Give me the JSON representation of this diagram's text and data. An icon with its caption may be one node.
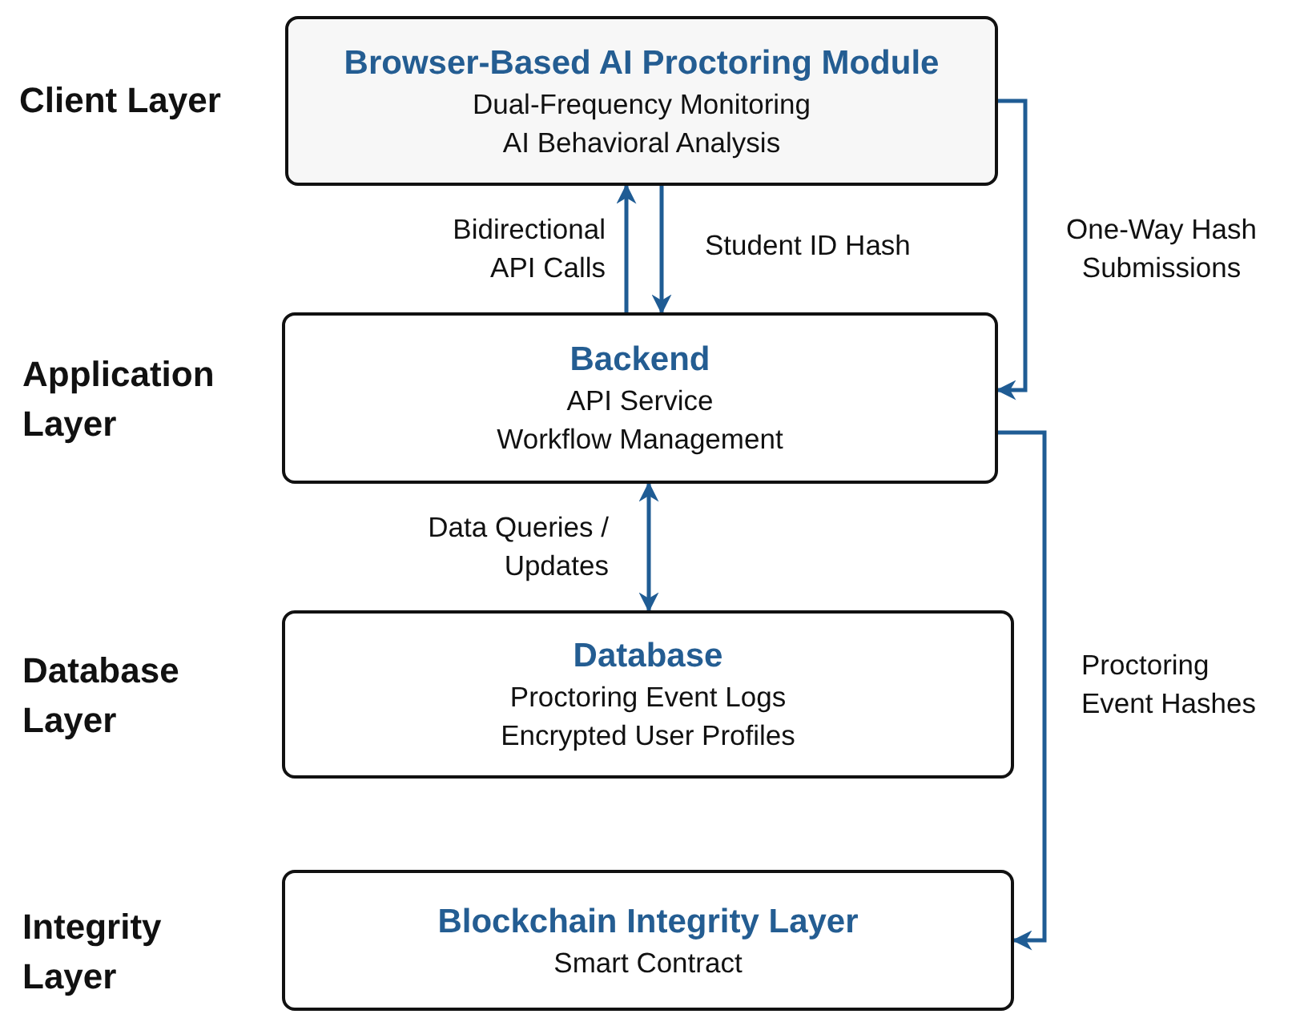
{
  "diagram": {
    "nodes": [
      {
        "text": [
          "Browser-Based AI Proctoring Module",
          "Dual-Frequency Monitoring",
          "AI Behavioral Analysis"
        ],
        "beside": [
          "Client Layer"
        ]
      },
      {
        "text": [
          "Backend",
          "API Service",
          "Workflow Management"
        ],
        "beside": [
          "Application Layer"
        ]
      },
      {
        "text": [
          "Database",
          "Proctoring Event Logs",
          "Encrypted User Profiles"
        ],
        "beside": [
          "Database Layer"
        ]
      },
      {
        "text": [
          "Blockchain Integrity Layer",
          "Smart Contract"
        ],
        "beside": [
          "Integrity Layer"
        ]
      }
    ],
    "edges": [
      {
        "from": 1,
        "to": 0,
        "arrow": "to",
        "label": "Bidirectional API Calls"
      },
      {
        "from": 0,
        "to": 1,
        "arrow": "to",
        "label": "Student ID Hash"
      },
      {
        "from": 0,
        "to": 1,
        "arrow": "to",
        "label": "One-Way Hash Submissions"
      },
      {
        "from": 1,
        "to": 2,
        "arrow": "both",
        "label": "Data Queries / Updates"
      },
      {
        "from": 1,
        "to": 3,
        "arrow": "to",
        "label": "Proctoring Event Hashes"
      }
    ]
  }
}
